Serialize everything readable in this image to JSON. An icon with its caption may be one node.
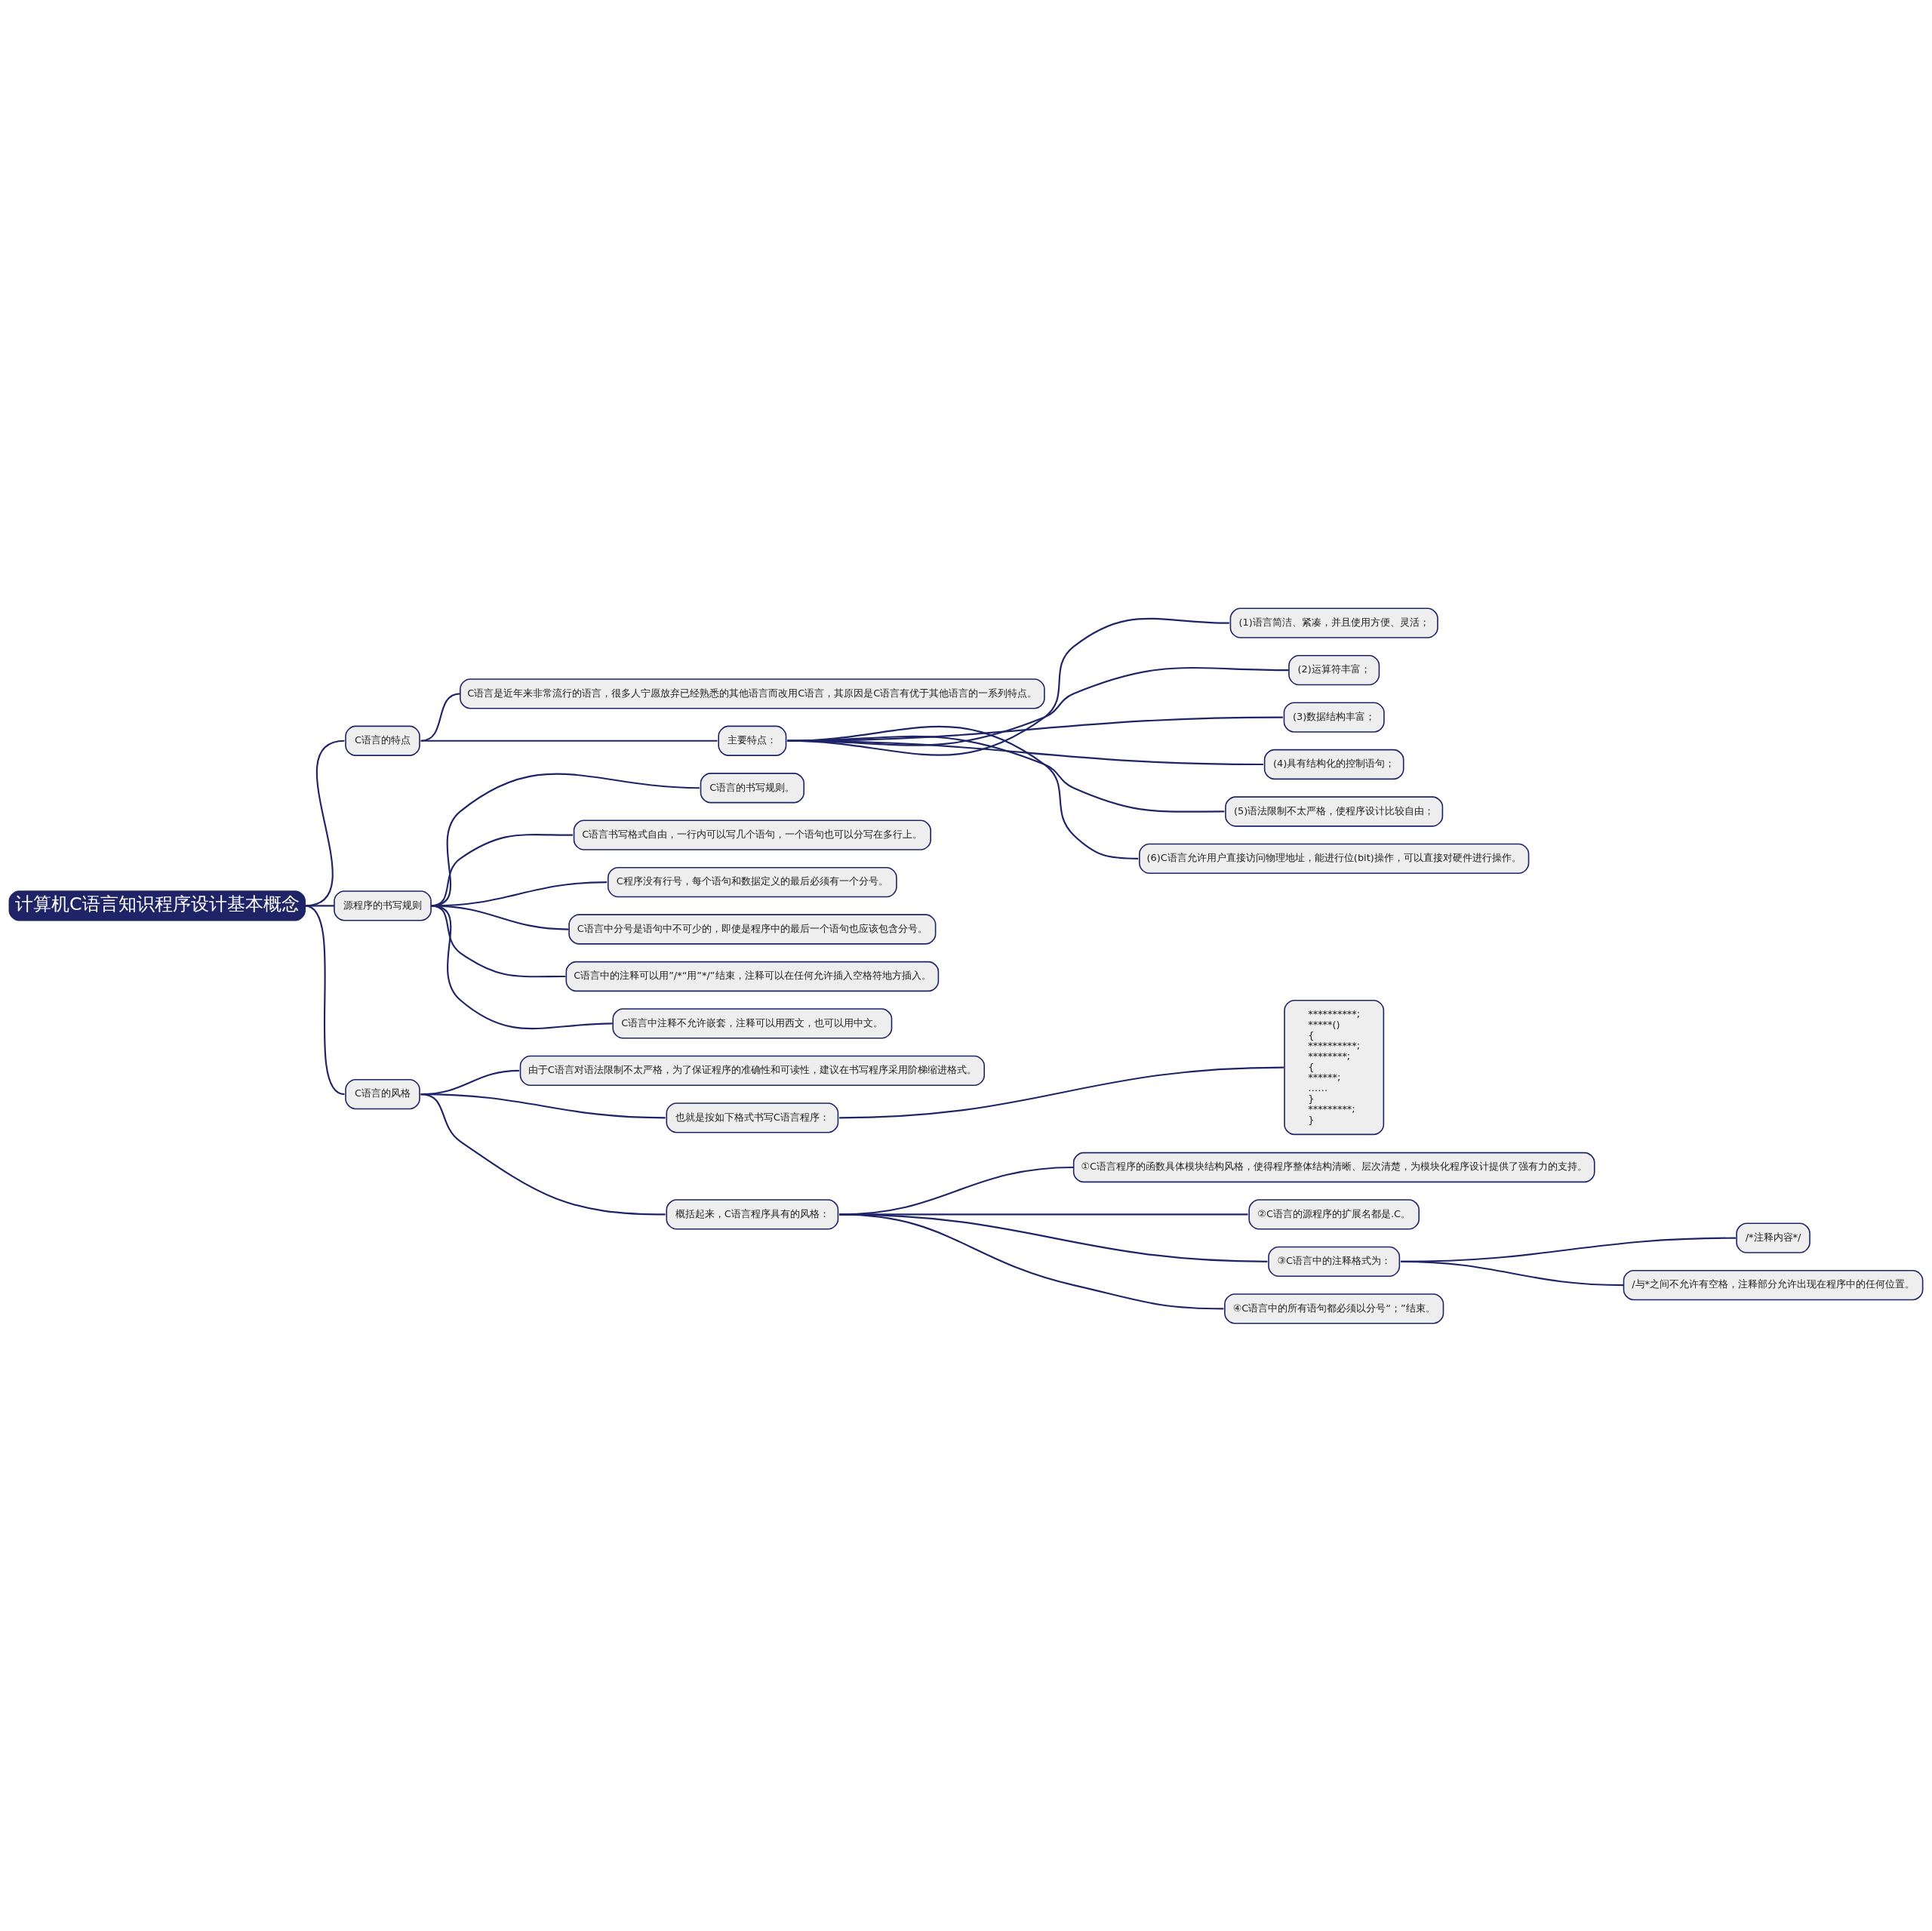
{
  "diagram": {
    "nodes": [
      {
        "text": [
          "计算机C语言知识程序设计基本概念"
        ]
      },
      {
        "text": [
          "C语言的特点"
        ]
      },
      {
        "text": [
          "C语言是近年来非常流行的语言，很多人宁愿放弃已经熟悉的其他语言而改用C语言，其原因是C语言有优于其他语言的一系列特点。"
        ]
      },
      {
        "text": [
          "主要特点："
        ]
      },
      {
        "text": [
          "(1)语言简洁、紧凑，并且使用方便、灵活；"
        ]
      },
      {
        "text": [
          "(2)运算符丰富；"
        ]
      },
      {
        "text": [
          "(3)数据结构丰富；"
        ]
      },
      {
        "text": [
          "(4)具有结构化的控制语句；"
        ]
      },
      {
        "text": [
          "(5)语法限制不太严格，使程序设计比较自由；"
        ]
      },
      {
        "text": [
          "(6)C语言允许用户直接访问物理地址，能进行位(bit)操作，可以直接对硬件进行操作。"
        ]
      },
      {
        "text": [
          "源程序的书写规则"
        ]
      },
      {
        "text": [
          "C语言的书写规则。"
        ]
      },
      {
        "text": [
          "C语言书写格式自由，一行内可以写几个语句，一个语句也可以分写在多行上。"
        ]
      },
      {
        "text": [
          "C程序没有行号，每个语句和数据定义的最后必须有一个分号。"
        ]
      },
      {
        "text": [
          "C语言中分号是语句中不可少的，即使是程序中的最后一个语句也应该包含分号。"
        ]
      },
      {
        "text": [
          "C语言中的注释可以用”/*“用”*/”结束，注释可以在任何允许插入空格符地方插入。"
        ]
      },
      {
        "text": [
          "C语言中注释不允许嵌套，注释可以用西文，也可以用中文。"
        ]
      },
      {
        "text": [
          "C语言的风格"
        ]
      },
      {
        "text": [
          "由于C语言对语法限制不太严格，为了保证程序的准确性和可读性，建议在书写程序采用阶梯缩进格式。"
        ]
      },
      {
        "text": [
          "也就是按如下格式书写C语言程序："
        ]
      },
      {
        "text": [
          "**********;",
          "*****()",
          "{",
          "**********;",
          "********;",
          "{",
          "******;",
          "……",
          "}",
          "*********;",
          "}"
        ]
      },
      {
        "text": [
          "概括起来，C语言程序具有的风格："
        ]
      },
      {
        "text": [
          "①C语言程序的函数具体模块结构风格，使得程序整体结构清晰、层次清楚，为模块化程序设计提供了强有力的支持。"
        ]
      },
      {
        "text": [
          "②C语言的源程序的扩展名都是.C。"
        ]
      },
      {
        "text": [
          "③C语言中的注释格式为："
        ]
      },
      {
        "text": [
          "/*注释内容*/"
        ]
      },
      {
        "text": [
          "/与*之间不允许有空格，注释部分允许出现在程序中的任何位置。"
        ]
      },
      {
        "text": [
          "④C语言中的所有语句都必须以分号“；”结束。"
        ]
      }
    ],
    "edges": [
      {
        "from": 0,
        "to": 1,
        "arrow": "none"
      },
      {
        "from": 1,
        "to": 2,
        "arrow": "none"
      },
      {
        "from": 1,
        "to": 3,
        "arrow": "none"
      },
      {
        "from": 3,
        "to": 4,
        "arrow": "none"
      },
      {
        "from": 3,
        "to": 5,
        "arrow": "none"
      },
      {
        "from": 3,
        "to": 6,
        "arrow": "none"
      },
      {
        "from": 3,
        "to": 7,
        "arrow": "none"
      },
      {
        "from": 3,
        "to": 8,
        "arrow": "none"
      },
      {
        "from": 3,
        "to": 9,
        "arrow": "none"
      },
      {
        "from": 0,
        "to": 10,
        "arrow": "none"
      },
      {
        "from": 10,
        "to": 11,
        "arrow": "none"
      },
      {
        "from": 10,
        "to": 12,
        "arrow": "none"
      },
      {
        "from": 10,
        "to": 13,
        "arrow": "none"
      },
      {
        "from": 10,
        "to": 14,
        "arrow": "none"
      },
      {
        "from": 10,
        "to": 15,
        "arrow": "none"
      },
      {
        "from": 10,
        "to": 16,
        "arrow": "none"
      },
      {
        "from": 0,
        "to": 17,
        "arrow": "none"
      },
      {
        "from": 17,
        "to": 18,
        "arrow": "none"
      },
      {
        "from": 17,
        "to": 19,
        "arrow": "none"
      },
      {
        "from": 19,
        "to": 20,
        "arrow": "none"
      },
      {
        "from": 17,
        "to": 21,
        "arrow": "none"
      },
      {
        "from": 21,
        "to": 22,
        "arrow": "none"
      },
      {
        "from": 21,
        "to": 23,
        "arrow": "none"
      },
      {
        "from": 21,
        "to": 24,
        "arrow": "none"
      },
      {
        "from": 24,
        "to": 25,
        "arrow": "none"
      },
      {
        "from": 24,
        "to": 26,
        "arrow": "none"
      },
      {
        "from": 21,
        "to": 27,
        "arrow": "none"
      }
    ]
  }
}
